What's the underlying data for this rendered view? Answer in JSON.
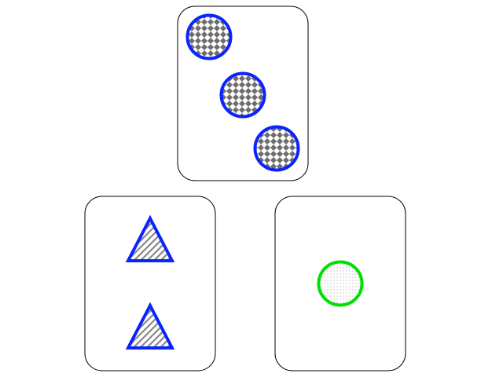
{
  "board": {
    "background_color": "#ffffff",
    "card_border_color": "#000000",
    "card_fill_color": "#ffffff",
    "cards": [
      {
        "name": "card-top",
        "count": 3,
        "shape": "circle",
        "shading": "checkered",
        "stroke_color": "#0a24ff",
        "pattern_color": "#6e6e6e",
        "diagonal": true
      },
      {
        "name": "card-bottom-left",
        "count": 2,
        "shape": "triangle",
        "shading": "striped",
        "stroke_color": "#0a24ff",
        "pattern_color": "#888888",
        "diagonal": false
      },
      {
        "name": "card-bottom-right",
        "count": 1,
        "shape": "circle",
        "shading": "dotted",
        "stroke_color": "#00e000",
        "pattern_color": "#aaaaaa",
        "diagonal": false
      }
    ]
  }
}
